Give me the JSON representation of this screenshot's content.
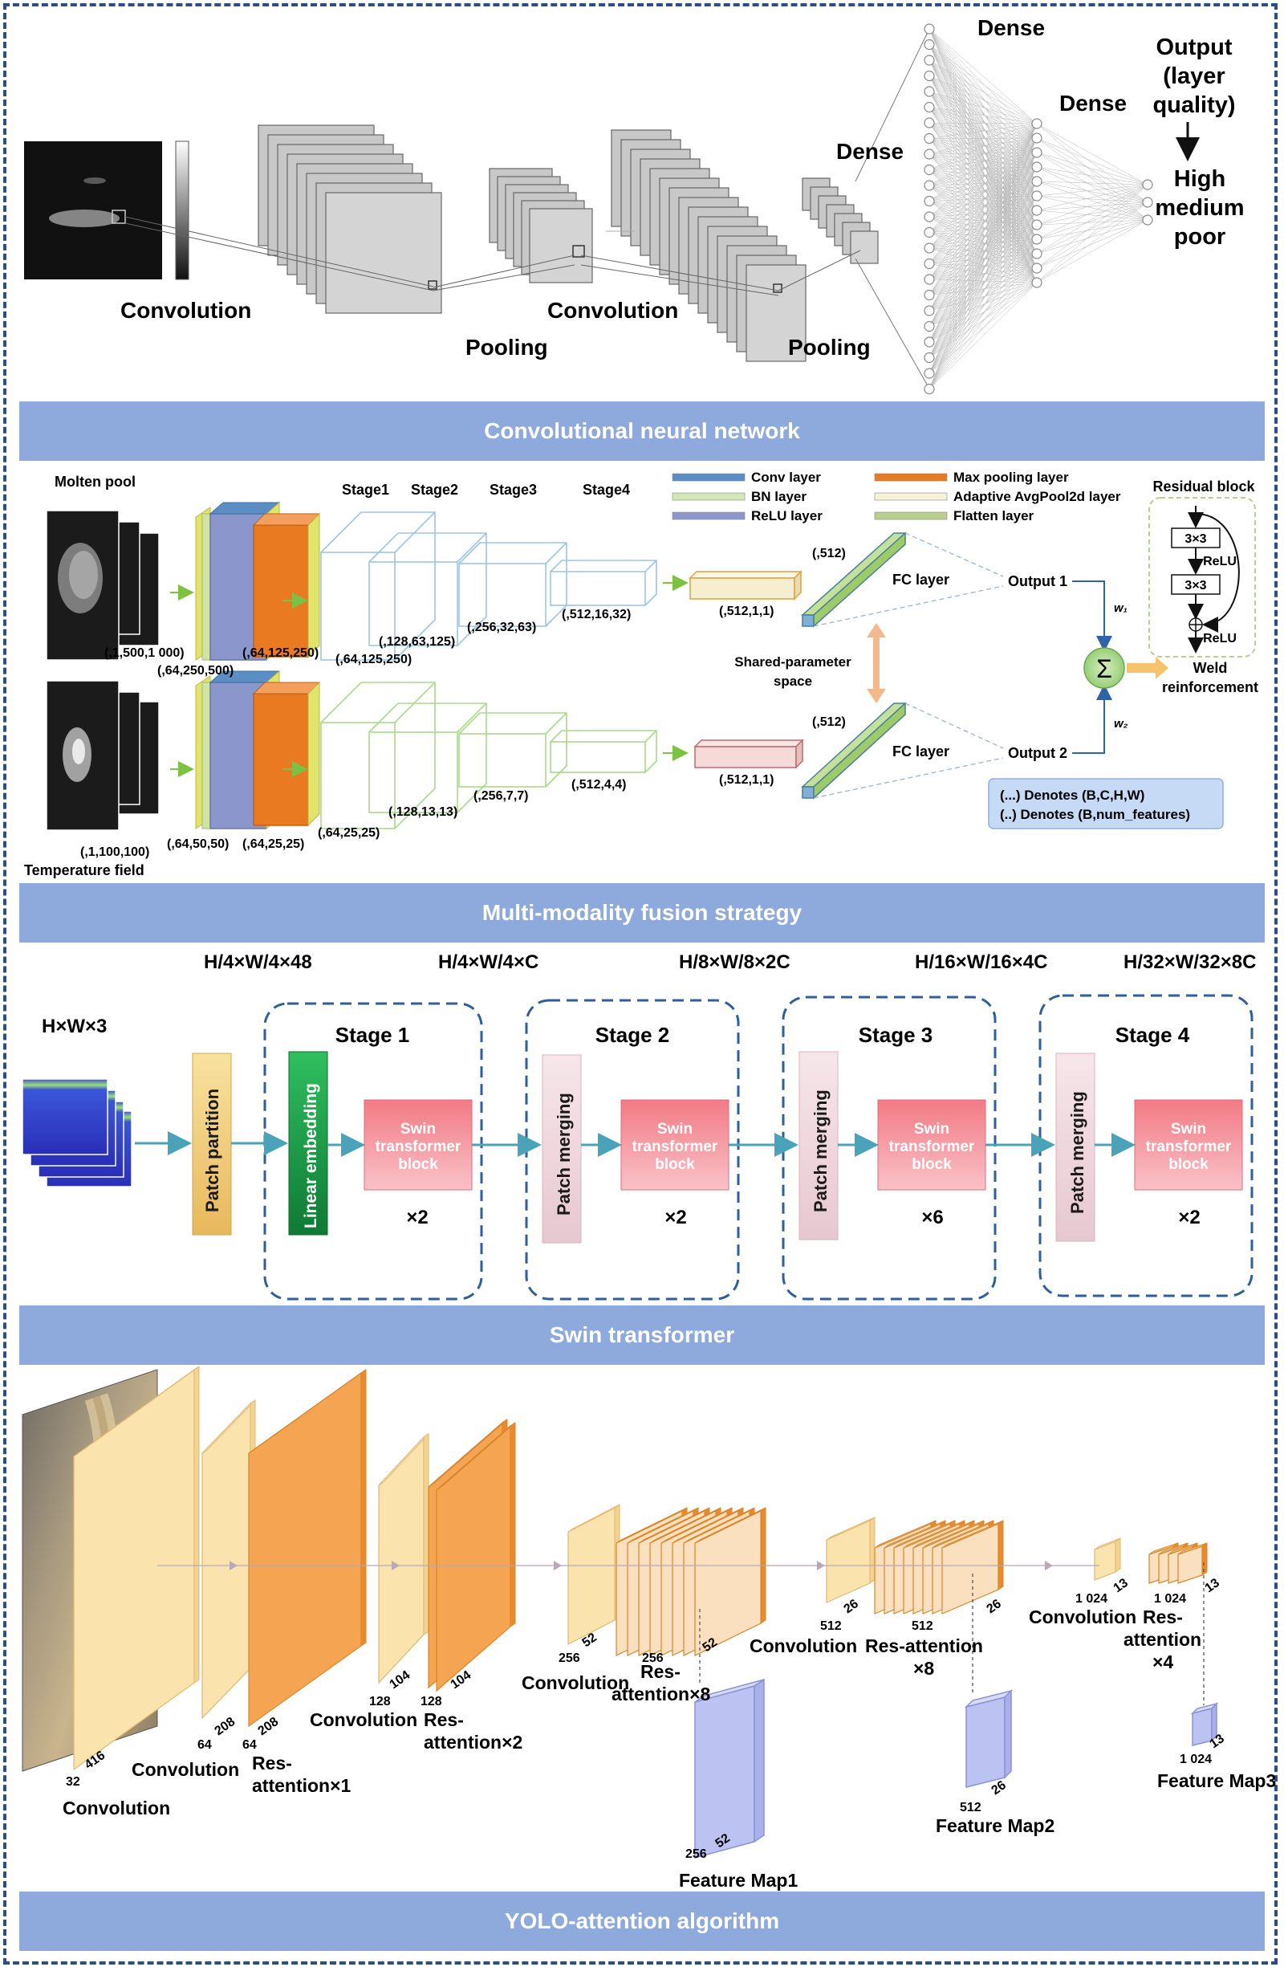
{
  "banners": {
    "cnn": "Convolutional neural network",
    "fusion": "Multi-modality fusion strategy",
    "swin": "Swin transformer",
    "yolo": "YOLO-attention algorithm"
  },
  "cnn": {
    "conv1": "Convolution",
    "pool1": "Pooling",
    "conv2": "Convolution",
    "pool2": "Pooling",
    "dense1": "Dense",
    "dense2": "Dense",
    "dense3": "Dense",
    "output_line1": "Output",
    "output_line2": "(layer",
    "output_line3": "quality)",
    "class1": "High",
    "class2": "medium",
    "class3": "poor"
  },
  "fusion": {
    "molten_pool": "Molten pool",
    "temperature_field": "Temperature field",
    "stage1": "Stage1",
    "stage2": "Stage2",
    "stage3": "Stage3",
    "stage4": "Stage4",
    "top_dims": [
      "(,1,500,1 000)",
      "(,64,250,500)",
      "(,64,125,250)",
      "(,64,125,250)",
      "(,128,63,125)",
      "(,256,32,63)",
      "(,512,16,32)"
    ],
    "bottom_dims": [
      "(,1,100,100)",
      "(,64,50,50)",
      "(,64,25,25)",
      "(,64,25,25)",
      "(,128,13,13)",
      "(,256,7,7)",
      "(,512,4,4)"
    ],
    "pool_top": "(,512,1,1)",
    "pool_bottom": "(,512,1,1)",
    "fc_top_dim": "(,512)",
    "fc_bottom_dim": "(,512)",
    "fc_top": "FC layer",
    "fc_bottom": "FC layer",
    "shared_line1": "Shared-parameter",
    "shared_line2": "space",
    "output1": "Output 1",
    "output2": "Output 2",
    "w1": "w₁",
    "w2": "w₂",
    "sum_symbol": "Σ",
    "weld_line1": "Weld",
    "weld_line2": "reinforcement",
    "legend": [
      {
        "label": "Conv layer",
        "color": "#5b8fc4"
      },
      {
        "label": "BN layer",
        "color": "#d3e7b8"
      },
      {
        "label": "ReLU layer",
        "color": "#8b96cc"
      },
      {
        "label": "Max pooling layer",
        "color": "#ea7a22"
      },
      {
        "label": "Adaptive AvgPool2d layer",
        "color": "#f6f1d9"
      },
      {
        "label": "Flatten layer",
        "color": "#b9cf8e"
      }
    ],
    "residual_title": "Residual block",
    "res_conv1": "3×3",
    "res_relu1": "ReLU",
    "res_conv2": "3×3",
    "res_relu2": "ReLU",
    "note1": "(...)  Denotes (B,C,H,W)",
    "note2": "(..)   Denotes (B,num_features)"
  },
  "swin": {
    "input_dim": "H×W×3",
    "dims": [
      "H/4×W/4×48",
      "H/4×W/4×C",
      "H/8×W/8×2C",
      "H/16×W/16×4C",
      "H/32×W/32×8C"
    ],
    "patch_partition": "Patch partition",
    "linear_embedding": "Linear embedding",
    "patch_merging": "Patch merging",
    "block_line1": "Swin",
    "block_line2": "transformer",
    "block_line3": "block",
    "stages": [
      {
        "title": "Stage 1",
        "repeat": "×2"
      },
      {
        "title": "Stage 2",
        "repeat": "×2"
      },
      {
        "title": "Stage 3",
        "repeat": "×6"
      },
      {
        "title": "Stage 4",
        "repeat": "×2"
      }
    ]
  },
  "yolo": {
    "convolution": "Convolution",
    "res_prefix": "Res-",
    "res1": "attention×1",
    "res2": "attention×2",
    "res8a": "attention×8",
    "res_attention": "Res-attention",
    "x8": "×8",
    "attention": "attention",
    "x4": "×4",
    "fm1": "Feature Map1",
    "fm2": "Feature Map2",
    "fm3": "Feature Map3",
    "n32": "32",
    "n416": "416",
    "n64": "64",
    "n208": "208",
    "n128": "128",
    "n104": "104",
    "n256": "256",
    "n52": "52",
    "n512": "512",
    "n26": "26",
    "n1024": "1 024",
    "n13": "13"
  }
}
